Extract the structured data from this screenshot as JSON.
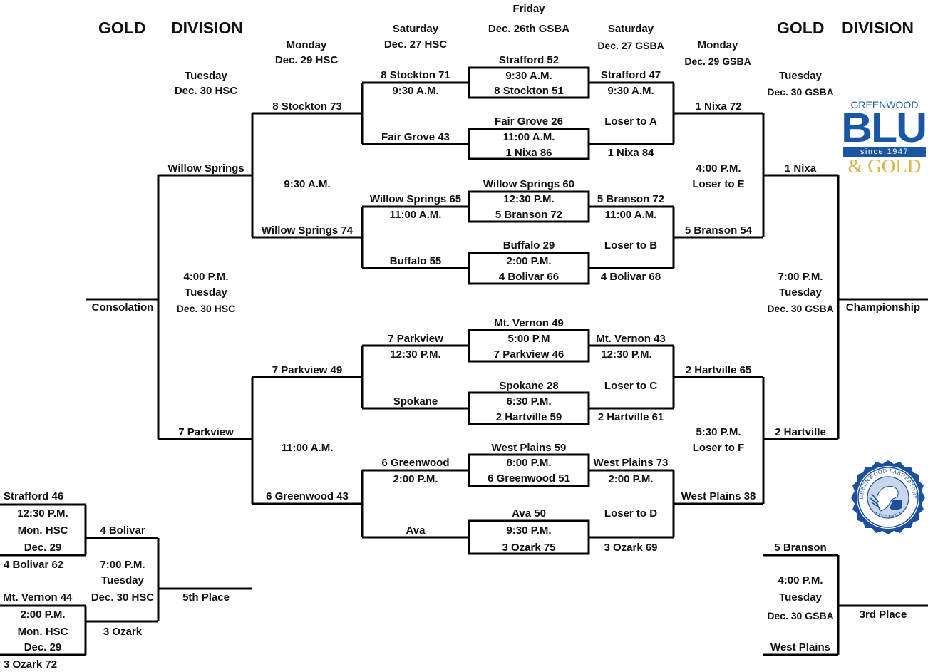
{
  "title": {
    "left_gold": "GOLD",
    "left_division": "DIVISION",
    "right_gold": "GOLD",
    "right_division": "DIVISION"
  },
  "round_headers": {
    "friday": {
      "day": "Friday",
      "date": "Dec. 26th GSBA"
    },
    "sat_hsc": {
      "day": "Saturday",
      "date": "Dec. 27 HSC"
    },
    "sat_gsba": {
      "day": "Saturday",
      "date": "Dec. 27 GSBA"
    },
    "mon_hsc": {
      "day": "Monday",
      "date": "Dec. 29 HSC"
    },
    "mon_gsba": {
      "day": "Monday",
      "date": "Dec. 29 GSBA"
    },
    "tue_hsc": {
      "day": "Tuesday",
      "date": "Dec. 30 HSC"
    },
    "tue_gsba": {
      "day": "Tuesday",
      "date": "Dec. 30 GSBA"
    }
  },
  "friday_games": [
    {
      "top": "Strafford 52",
      "time": "9:30 A.M.",
      "bottom": "8 Stockton 51"
    },
    {
      "top": "Fair Grove 26",
      "time": "11:00 A.M.",
      "bottom": "1 Nixa 86"
    },
    {
      "top": "Willow Springs 60",
      "time": "12:30 P.M.",
      "bottom": "5 Branson 72"
    },
    {
      "top": "Buffalo 29",
      "time": "2:00 P.M.",
      "bottom": "4 Bolivar 66"
    },
    {
      "top": "Mt. Vernon 49",
      "time": "5:00 P.M",
      "bottom": "7 Parkview 46"
    },
    {
      "top": "Spokane 28",
      "time": "6:30 P.M.",
      "bottom": "2 Hartville 59"
    },
    {
      "top": "West Plains 59",
      "time": "8:00 P.M.",
      "bottom": "6 Greenwood 51"
    },
    {
      "top": "Ava 50",
      "time": "9:30 P.M.",
      "bottom": "3 Ozark 75"
    }
  ],
  "sat_hsc_games": [
    {
      "top": "8 Stockton 71",
      "time": "9:30 A.M.",
      "bottom": "Fair Grove 43"
    },
    {
      "top": "Willow Springs 65",
      "time": "11:00 A.M.",
      "bottom": "Buffalo 55"
    },
    {
      "top": "7 Parkview",
      "time": "12:30 P.M.",
      "bottom": "Spokane"
    },
    {
      "top": "6 Greenwood",
      "time": "2:00 P.M.",
      "bottom": "Ava"
    }
  ],
  "sat_gsba_games": [
    {
      "top": "Strafford 47",
      "time": "9:30 A.M.",
      "note": "Loser to A",
      "bottom": "1 Nixa 84"
    },
    {
      "top": "5 Branson 72",
      "time": "11:00 A.M.",
      "note": "Loser to B",
      "bottom": "4 Bolivar 68"
    },
    {
      "top": "Mt. Vernon 43",
      "time": "12:30 P.M.",
      "note": "Loser to C",
      "bottom": "2 Hartville 61"
    },
    {
      "top": "West Plains 73",
      "time": "2:00 P.M.",
      "note": "Loser to D",
      "bottom": "3 Ozark 69"
    }
  ],
  "mon_hsc_games": [
    {
      "top": "8 Stockton 73",
      "time": "9:30 A.M.",
      "bottom": "Willow Springs 74"
    },
    {
      "top": "7 Parkview 49",
      "time": "11:00 A.M.",
      "bottom": "6 Greenwood 43"
    }
  ],
  "mon_gsba_games": [
    {
      "top": "1 Nixa 72",
      "time": "4:00 P.M.",
      "note": "Loser to E",
      "bottom": "5 Branson 54"
    },
    {
      "top": "2 Hartville 65",
      "time": "5:30 P.M.",
      "note": "Loser to F",
      "bottom": "West Plains 38"
    }
  ],
  "consolation_final": {
    "top": "Willow Springs",
    "time": "4:00 P.M.",
    "day": "Tuesday",
    "date": "Dec. 30 HSC",
    "bottom": "7 Parkview",
    "label": "Consolation"
  },
  "championship_final": {
    "top": "1 Nixa",
    "time": "7:00 P.M.",
    "day": "Tuesday",
    "date": "Dec. 30 GSBA",
    "bottom": "2 Hartville",
    "label": "Championship"
  },
  "fifth_place": {
    "semi1": {
      "top": "Strafford 46",
      "time": "12:30 P.M.",
      "day": "Mon. HSC",
      "date": "Dec. 29",
      "bottom": "4 Bolivar 62"
    },
    "semi2": {
      "top": "Mt. Vernon 44",
      "time": "2:00 P.M.",
      "day": "Mon. HSC",
      "date": "Dec. 29",
      "bottom": "3 Ozark 72"
    },
    "final": {
      "top": "4 Bolivar",
      "time": "7:00 P.M.",
      "day": "Tuesday",
      "date": "Dec. 30 HSC",
      "bottom": "3 Ozark",
      "label": "5th Place"
    }
  },
  "third_place": {
    "top": "5 Branson",
    "time": "4:00 P.M.",
    "day": "Tuesday",
    "date": "Dec. 30 GSBA",
    "bottom": "West Plains",
    "label": "3rd Place"
  },
  "logos": {
    "blue_gold": {
      "line1": "GREENWOOD",
      "line2": "BLUE",
      "line3": "since 1947",
      "line4": "& GOLD"
    },
    "seal": {
      "name": "Greenwood Laboratory School seal",
      "ring_text_top": "GREENWOOD LABORATORY SCHOOL",
      "ring_text_bottom": "EST. 1908",
      "color": "#1b4fa0"
    }
  },
  "colors": {
    "line": "#000000",
    "blue": "#1b56a4",
    "gold": "#d8b64c"
  }
}
